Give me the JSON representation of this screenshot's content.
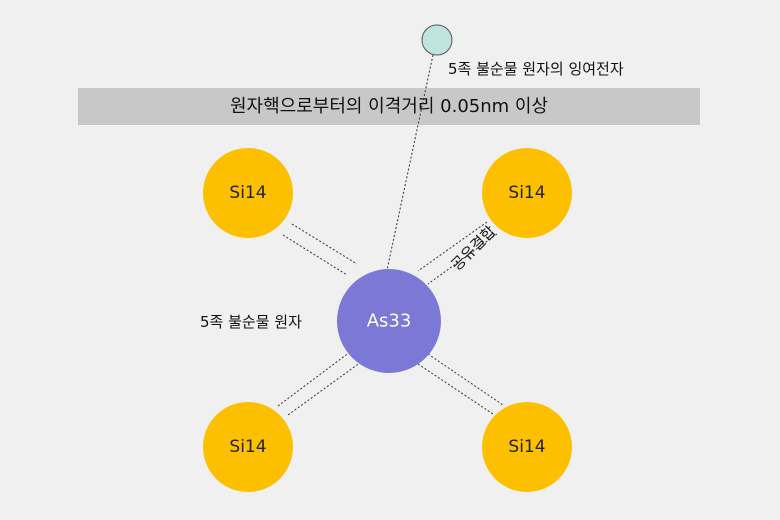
{
  "diagram": {
    "distance_band_text": "원자핵으로부터의 이격거리 0.05nm 이상",
    "free_electron_label": "5족 불순물 원자의 잉여전자",
    "impurity_atom_label": "5족 불순물 원자",
    "covalent_bond_label": "공유결합",
    "center_atom": {
      "symbol": "As33",
      "color": "#7b78d6"
    },
    "silicon_atoms": [
      {
        "symbol": "Si14"
      },
      {
        "symbol": "Si14"
      },
      {
        "symbol": "Si14"
      },
      {
        "symbol": "Si14"
      }
    ],
    "colors": {
      "silicon": "#fdc000",
      "electron": "#bfe4e0",
      "band": "#c8c8c8"
    }
  }
}
